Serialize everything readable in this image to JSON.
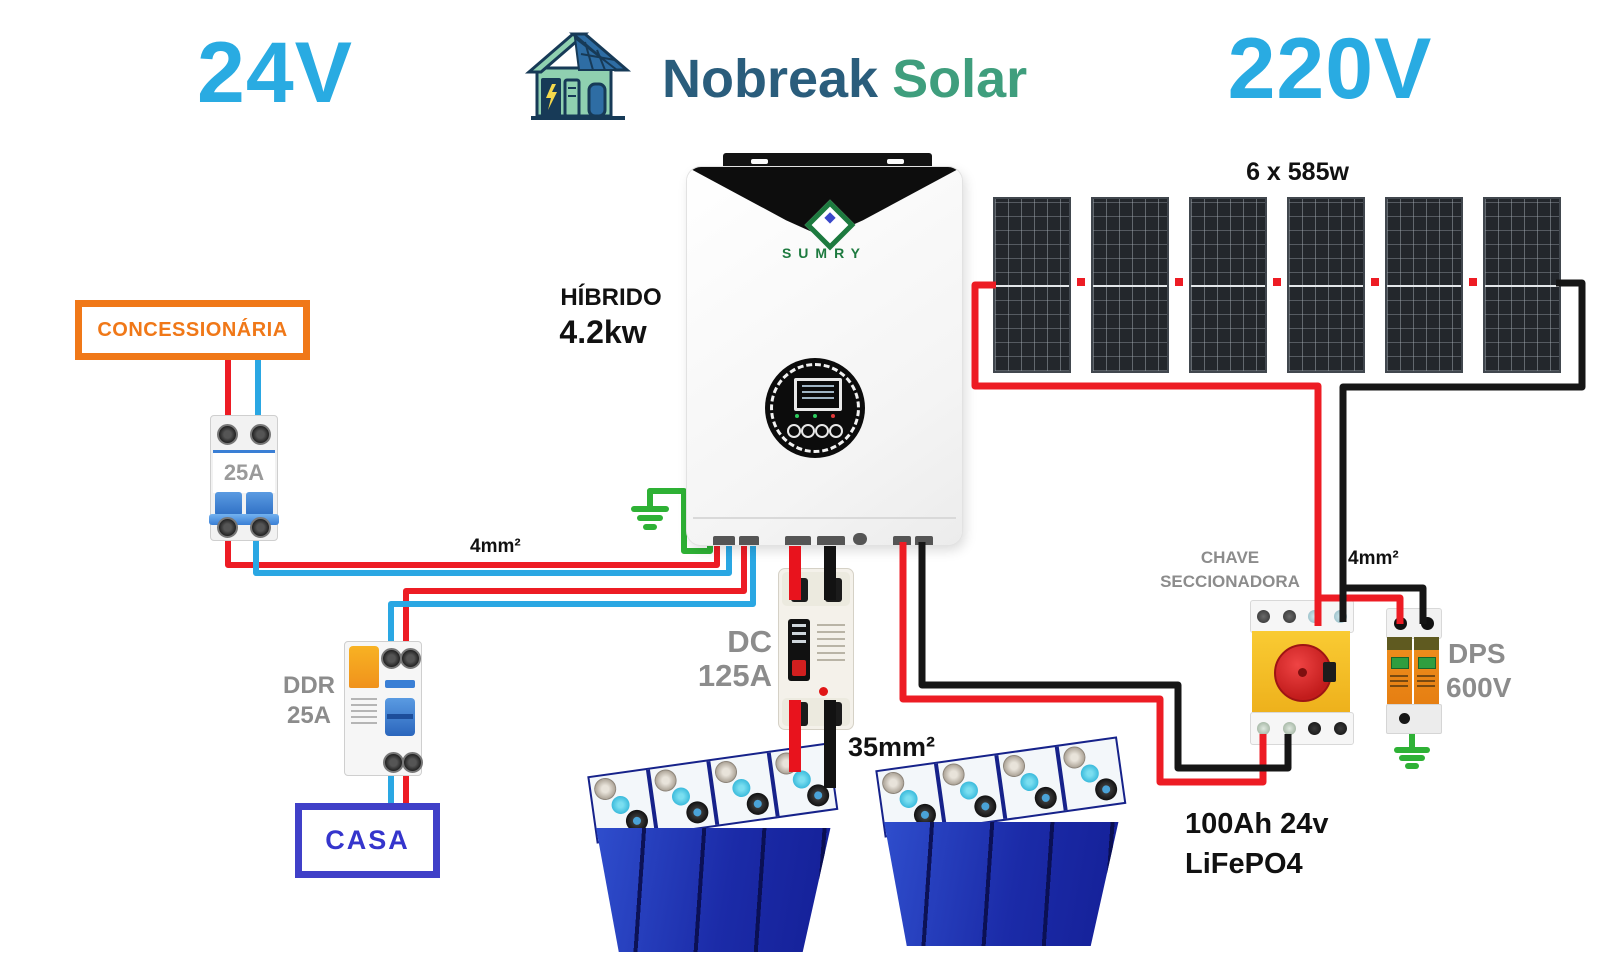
{
  "colors": {
    "accent_blue": "#29abe2",
    "logo_navy": "#2a5d7c",
    "logo_green": "#3f9e7d",
    "wire_red": "#ed1c24",
    "wire_blue": "#2aa7e3",
    "wire_black": "#161616",
    "ground_green": "#2eb135",
    "utility_orange": "#f07818",
    "house_blue": "#4040c8",
    "label_gray": "#8c8c8c"
  },
  "header": {
    "left_voltage": "24V",
    "logo_text_primary": "Nobreak",
    "logo_text_secondary": "Solar",
    "right_voltage": "220V"
  },
  "solar_array": {
    "label": "6 x 585w",
    "panel_count": 6
  },
  "inverter": {
    "brand": "SUMRY",
    "type_label": "HÍBRIDO",
    "power_label": "4.2kw"
  },
  "grid_side": {
    "utility_box_label": "CONCESSIONÁRIA",
    "main_breaker_label": "25A",
    "ac_cable_label": "4mm²"
  },
  "house_side": {
    "ddr_line1": "DDR",
    "ddr_line2": "25A",
    "house_box_label": "CASA"
  },
  "battery_side": {
    "dc_breaker_line1": "DC",
    "dc_breaker_line2": "125A",
    "cable_label": "35mm²",
    "battery_line1": "100Ah 24v",
    "battery_line2": "LiFePO4"
  },
  "pv_side": {
    "switch_line1": "CHAVE",
    "switch_line2": "SECCIONADORA",
    "pv_cable_label": "4mm²",
    "dps_line1": "DPS",
    "dps_line2": "600V"
  }
}
